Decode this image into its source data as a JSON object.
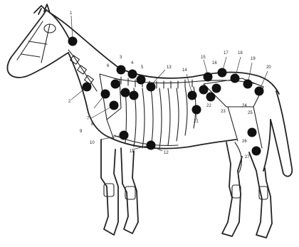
{
  "diagram": {
    "subject": "horse skeleton with marked points",
    "colors": {
      "ink": "#222222",
      "point": "#111111",
      "background": "#ffffff"
    },
    "point_labels": [
      "1",
      "2",
      "3",
      "4",
      "5",
      "6",
      "7",
      "8",
      "9",
      "10",
      "11",
      "12",
      "13",
      "14",
      "15",
      "16",
      "17",
      "18",
      "19",
      "20",
      "21",
      "22",
      "23",
      "24",
      "25",
      "26",
      "27"
    ]
  }
}
